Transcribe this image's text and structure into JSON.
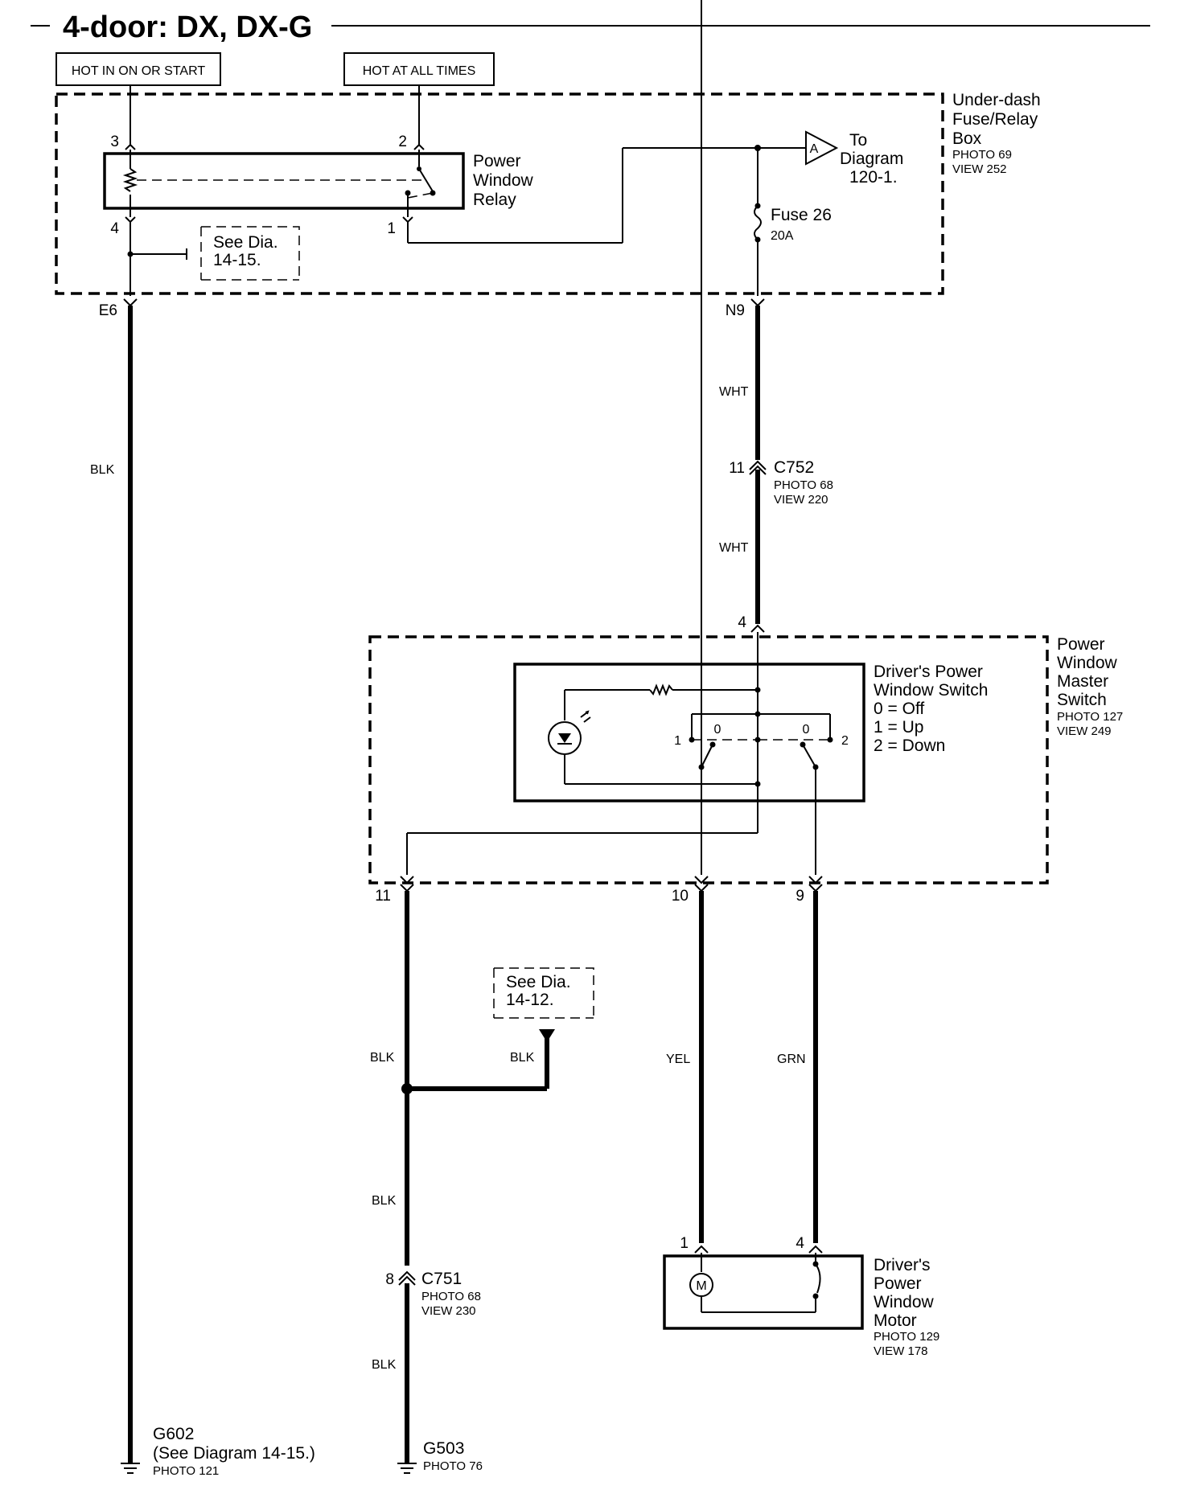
{
  "title": "4-door: DX, DX-G",
  "supply": {
    "hot_on_start": "HOT IN ON OR START",
    "hot_always": "HOT AT ALL TIMES"
  },
  "fuse_box": {
    "name_lines": [
      "Under-dash",
      "Fuse/Relay",
      "Box"
    ],
    "photo": "PHOTO 69",
    "view": "VIEW 252"
  },
  "relay": {
    "name_lines": [
      "Power",
      "Window",
      "Relay"
    ],
    "pins": {
      "p3": "3",
      "p2": "2",
      "p4": "4",
      "p1": "1"
    },
    "see_lines": [
      "See Dia.",
      "14-15."
    ]
  },
  "offpage": {
    "letter": "A",
    "text_lines": [
      "To",
      "Diagram",
      "120-1."
    ]
  },
  "fuse": {
    "name": "Fuse 26",
    "rating": "20A"
  },
  "terminals": {
    "e6": "E6",
    "n9": "N9"
  },
  "wires": {
    "blk_main": "BLK",
    "wht_upper": "WHT",
    "wht_lower": "WHT",
    "blk_a": "BLK",
    "blk_b": "BLK",
    "blk_c": "BLK",
    "blk_d": "BLK",
    "yel": "YEL",
    "grn": "GRN"
  },
  "c752": {
    "pin": "11",
    "name": "C752",
    "photo": "PHOTO 68",
    "view": "VIEW 220"
  },
  "master_switch": {
    "name_lines": [
      "Power",
      "Window",
      "Master",
      "Switch"
    ],
    "photo": "PHOTO 127",
    "view": "VIEW 249",
    "pin_in": "4",
    "pins_out": {
      "p11": "11",
      "p10": "10",
      "p9": "9"
    }
  },
  "driver_switch": {
    "name_lines": [
      "Driver's Power",
      "Window Switch"
    ],
    "legend": [
      "0 = Off",
      "1 = Up",
      "2 = Down"
    ],
    "pos": {
      "one": "1",
      "zero_l": "0",
      "zero_r": "0",
      "two": "2"
    }
  },
  "see_dia_2": {
    "lines": [
      "See Dia.",
      "14-12."
    ]
  },
  "c751": {
    "pin": "8",
    "name": "C751",
    "photo": "PHOTO 68",
    "view": "VIEW 230"
  },
  "motor": {
    "name_lines": [
      "Driver's",
      "Power",
      "Window",
      "Motor"
    ],
    "photo": "PHOTO 129",
    "view": "VIEW 178",
    "pins": {
      "p1": "1",
      "p4": "4"
    },
    "symbol": "M"
  },
  "grounds": {
    "g602": {
      "name": "G602",
      "note": "(See Diagram 14-15.)",
      "photo": "PHOTO 121"
    },
    "g503": {
      "name": "G503",
      "photo": "PHOTO 76"
    }
  }
}
